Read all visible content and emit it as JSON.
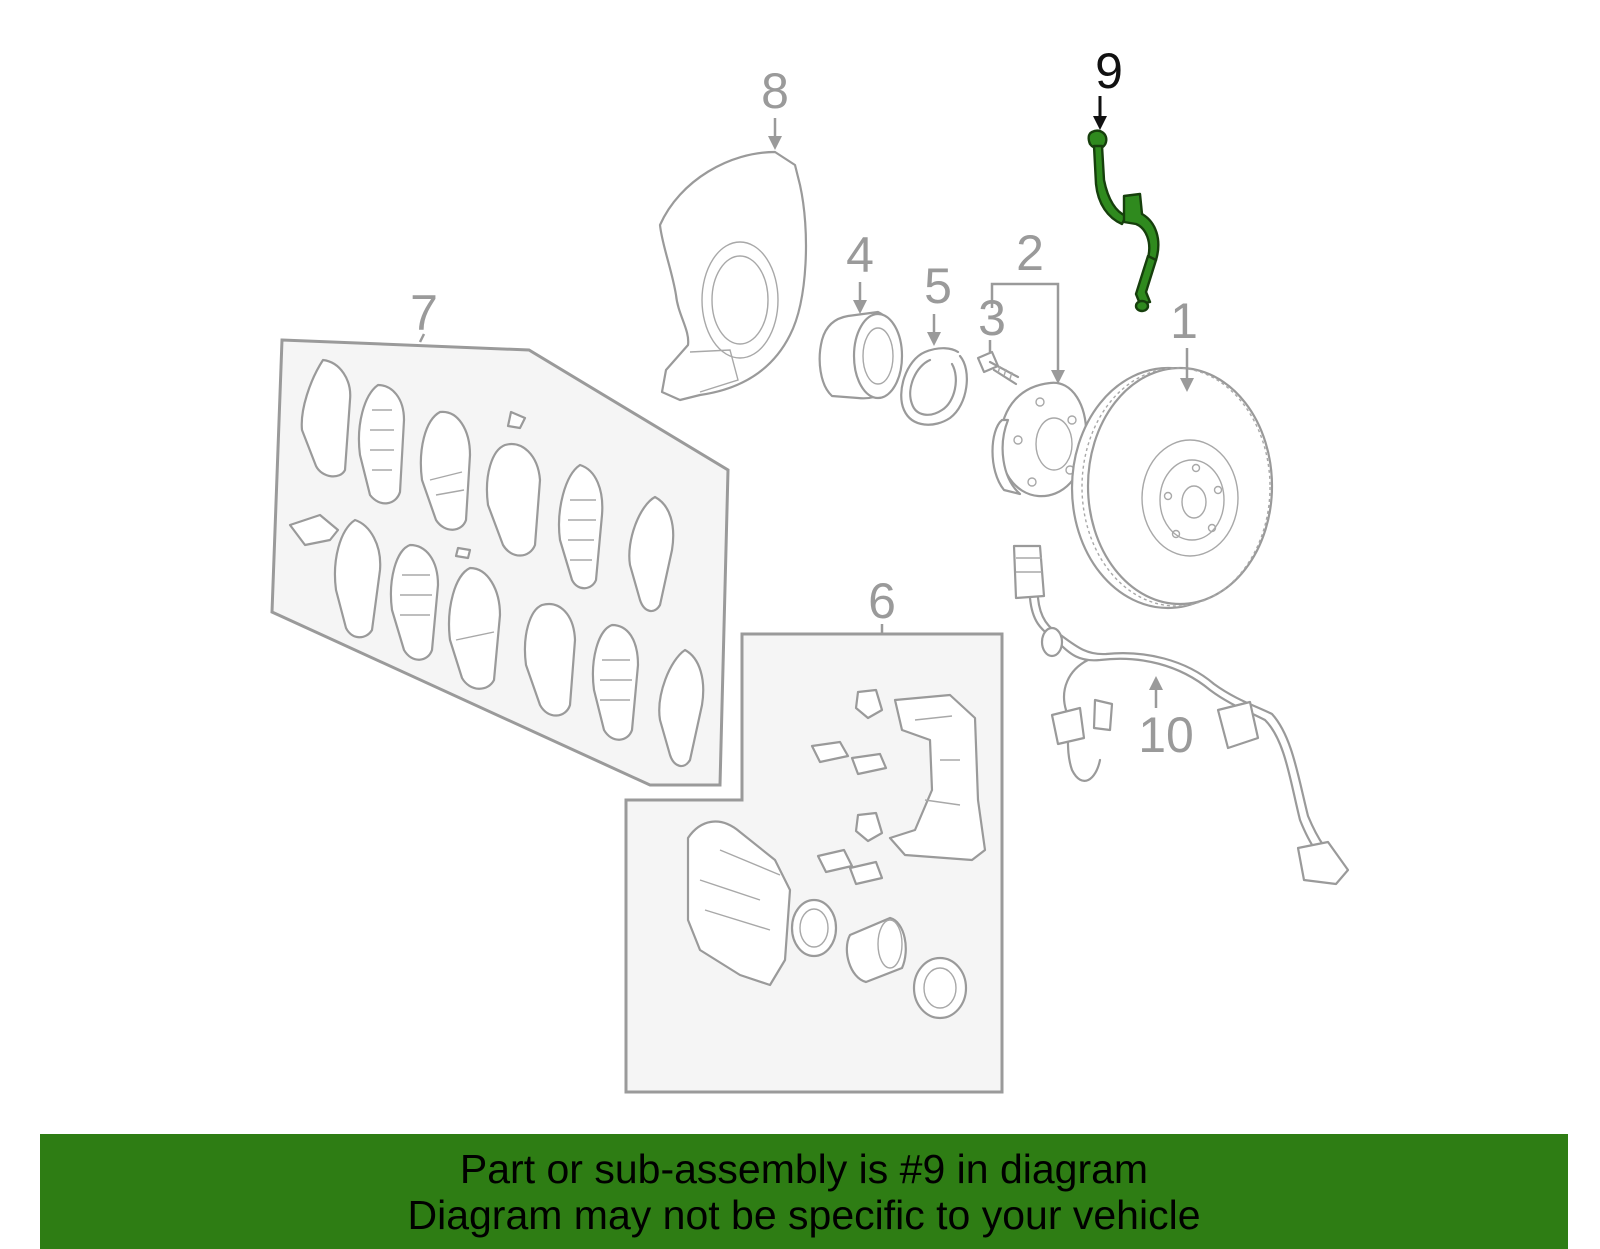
{
  "callouts": {
    "c1": "1",
    "c2": "2",
    "c3": "3",
    "c4": "4",
    "c5": "5",
    "c6": "6",
    "c7": "7",
    "c8": "8",
    "c9": "9",
    "c10": "10"
  },
  "highlighted_part": "9",
  "colors": {
    "banner_bg": "#2e7d14",
    "highlight": "#2f8a1e",
    "part_lines": "#9a9a9a",
    "group_box": "#f5f5f5"
  },
  "banner": {
    "line1": "Part or sub-assembly is #9 in diagram",
    "line2": "Diagram may not be specific to your vehicle"
  }
}
